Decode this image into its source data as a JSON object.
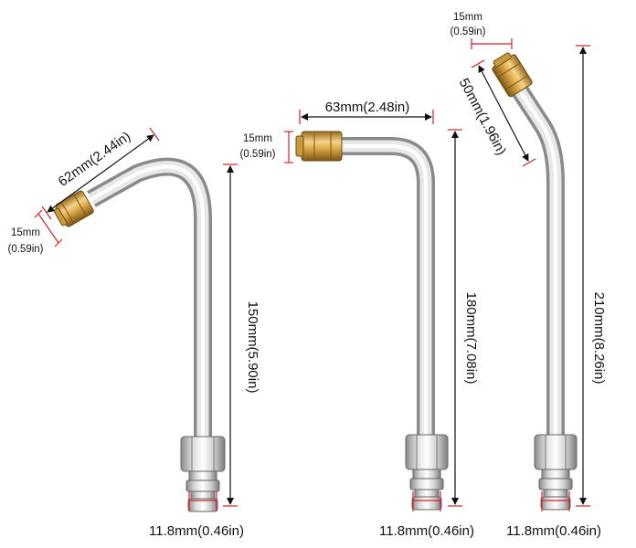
{
  "wands": [
    {
      "length": "150mm(5.90in)",
      "tip_length": "62mm(2.44in)",
      "nozzle_width": "15mm",
      "nozzle_width_in": "(0.59in)",
      "base_width": "11.8mm(0.46in)"
    },
    {
      "length": "180mm(7.08in)",
      "tip_length": "63mm(2.48in)",
      "nozzle_width": "15mm",
      "nozzle_width_in": "(0.59in)",
      "base_width": "11.8mm(0.46in)"
    },
    {
      "length": "210mm(8.26in)",
      "tip_length": "50mm(1.96in)",
      "nozzle_width": "15mm",
      "nozzle_width_in": "(0.59in)",
      "base_width": "11.8mm(0.46in)"
    }
  ],
  "colors": {
    "steel_light": "#f4f4f4",
    "steel_dark": "#8a8a8a",
    "brass_light": "#f3d28a",
    "brass_dark": "#9a6a1c",
    "dimension_line": "#111111",
    "tick": "#d2232a"
  }
}
